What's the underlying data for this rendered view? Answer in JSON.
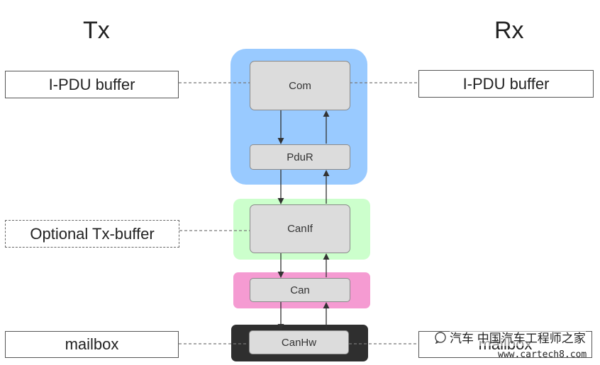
{
  "headings": {
    "tx": "Tx",
    "rx": "Rx"
  },
  "left_boxes": {
    "ipdu": "I-PDU buffer",
    "optional": "Optional Tx-buffer",
    "mailbox": "mailbox"
  },
  "right_boxes": {
    "ipdu": "I-PDU buffer",
    "mailbox": "mailbox"
  },
  "modules": {
    "com": "Com",
    "pdur": "PduR",
    "canif": "CanIf",
    "can": "Can",
    "canhw": "CanHw"
  },
  "colors": {
    "com_group": "#99caff",
    "canif_group": "#ccffcc",
    "can_group": "#f59bd2",
    "canhw_group": "#2f2f2f"
  },
  "watermark": {
    "text": "汽车 中国汽车工程师之家",
    "url": "www.cartech8.com"
  }
}
